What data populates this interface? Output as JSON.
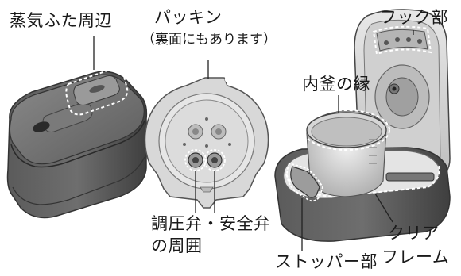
{
  "labels": {
    "steam_lid_area": "蒸気ふた周辺",
    "packing": "パッキン",
    "packing_note": "（裏面にもあります）",
    "hook_part": "フック部",
    "inner_pot_rim": "内釜の縁",
    "valve_area_line1": "調圧弁・安全弁",
    "valve_area_line2": "の周囲",
    "stopper_part": "ストッパー部",
    "clear_frame_line1": "クリア",
    "clear_frame_line2": "フレーム"
  },
  "colors": {
    "leader_line": "#222222",
    "highlight_dash": "#ffffff",
    "body_dark": "#4a4a4a",
    "lid_light": "#cfcfcf"
  }
}
